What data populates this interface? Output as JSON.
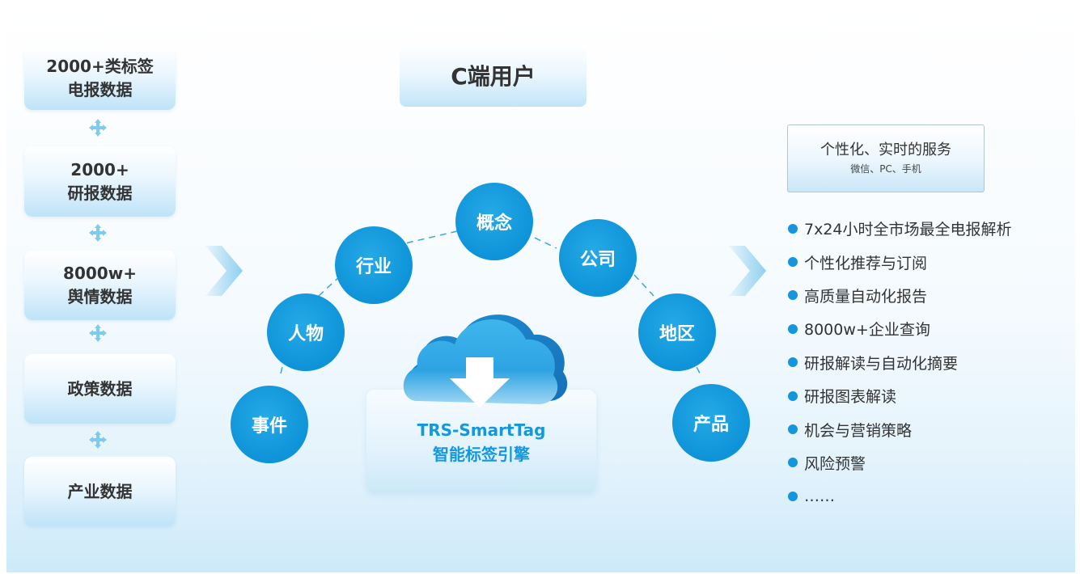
{
  "sources": [
    {
      "line1": "2000+类标签",
      "line2": "电报数据"
    },
    {
      "line1": "2000+",
      "line2": "研报数据"
    },
    {
      "line1": "8000w+",
      "line2": "舆情数据"
    },
    {
      "line1": "政策数据",
      "line2": ""
    },
    {
      "line1": "产业数据",
      "line2": ""
    }
  ],
  "center": {
    "top_label": "C端用户",
    "nodes": [
      "事件",
      "人物",
      "行业",
      "概念",
      "公司",
      "地区",
      "产品"
    ],
    "engine": {
      "name_en": "TRS-SmartTag",
      "name_cn": "智能标签引擎"
    }
  },
  "service": {
    "title": "个性化、实时的服务",
    "subtitle": "微信、PC、手机"
  },
  "features": [
    "7x24小时全市场最全电报解析",
    "个性化推荐与订阅",
    "高质量自动化报告",
    "8000w+企业查询",
    "研报解读与自动化摘要",
    "研报图表解读",
    "机会与营销策略",
    "风险预警",
    "……"
  ],
  "colors": {
    "node_blue": "#0e93d9",
    "accent_blue": "#1398dd",
    "arrow_light": "#bfe4f7"
  }
}
